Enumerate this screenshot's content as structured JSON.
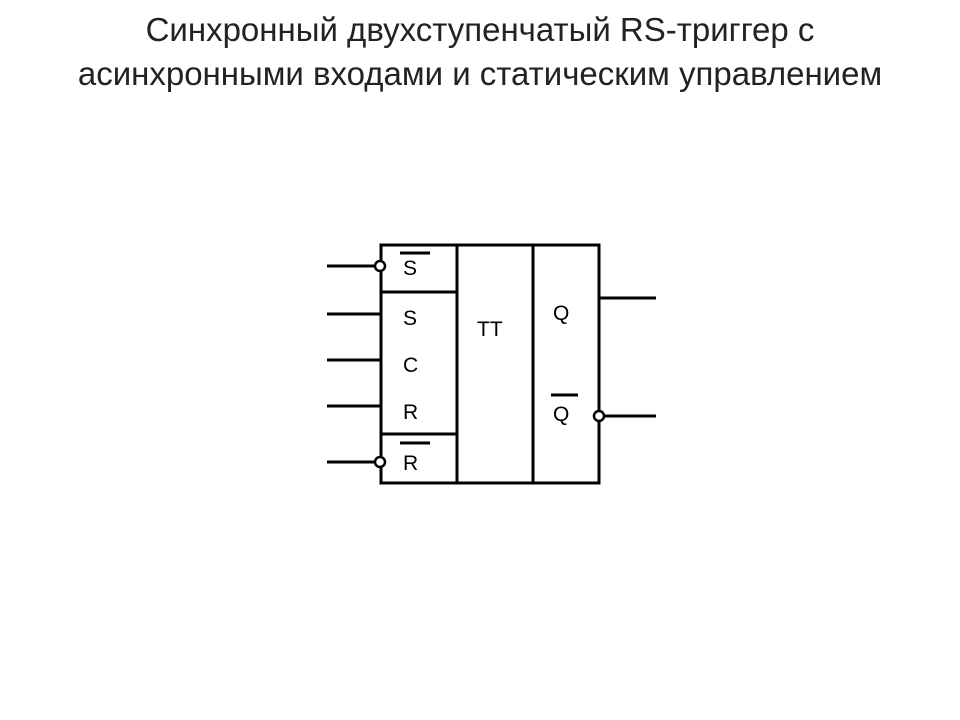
{
  "slide": {
    "title_line1": "Синхронный двухступенчатый RS-триггер с",
    "title_line2": "асинхронными входами и статическим управлением"
  },
  "diagram": {
    "inputs": [
      {
        "label": "S",
        "inverted": true
      },
      {
        "label": "S",
        "inverted": false
      },
      {
        "label": "C",
        "inverted": false
      },
      {
        "label": "R",
        "inverted": false
      },
      {
        "label": "R",
        "inverted": true
      }
    ],
    "function_label": "TT",
    "outputs": [
      {
        "label": "Q",
        "inverted": false
      },
      {
        "label": "Q",
        "inverted": true
      }
    ],
    "line_color": "#000000"
  }
}
